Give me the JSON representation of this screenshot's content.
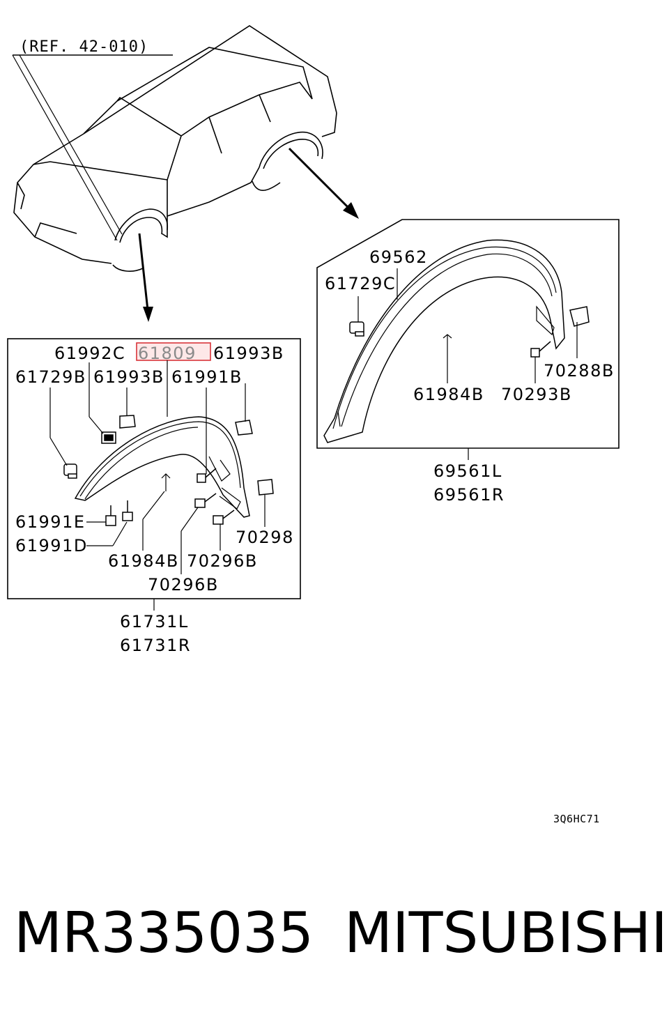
{
  "reference": "(REF. 42-010)",
  "drawing_code": "3Q6HC71",
  "part_number": "MR335035",
  "brand": "MITSUBISHI",
  "highlight_color": "#d9343a",
  "front_callouts": {
    "c61992c": "61992C",
    "c61809": "61809",
    "c61993b_top": "61993B",
    "c61729b": "61729B",
    "c61993b": "61993B",
    "c61991b": "61991B",
    "c61991e": "61991E",
    "c61991d": "61991D",
    "c61984b": "61984B",
    "c70296b_a": "70296B",
    "c70296b_b": "70296B",
    "c70298": "70298"
  },
  "front_assembly": {
    "left": "61731L",
    "right": "61731R"
  },
  "rear_callouts": {
    "c69562": "69562",
    "c61729c": "61729C",
    "c61984b": "61984B",
    "c70293b": "70293B",
    "c70288b": "70288B"
  },
  "rear_assembly": {
    "left": "69561L",
    "right": "69561R"
  }
}
